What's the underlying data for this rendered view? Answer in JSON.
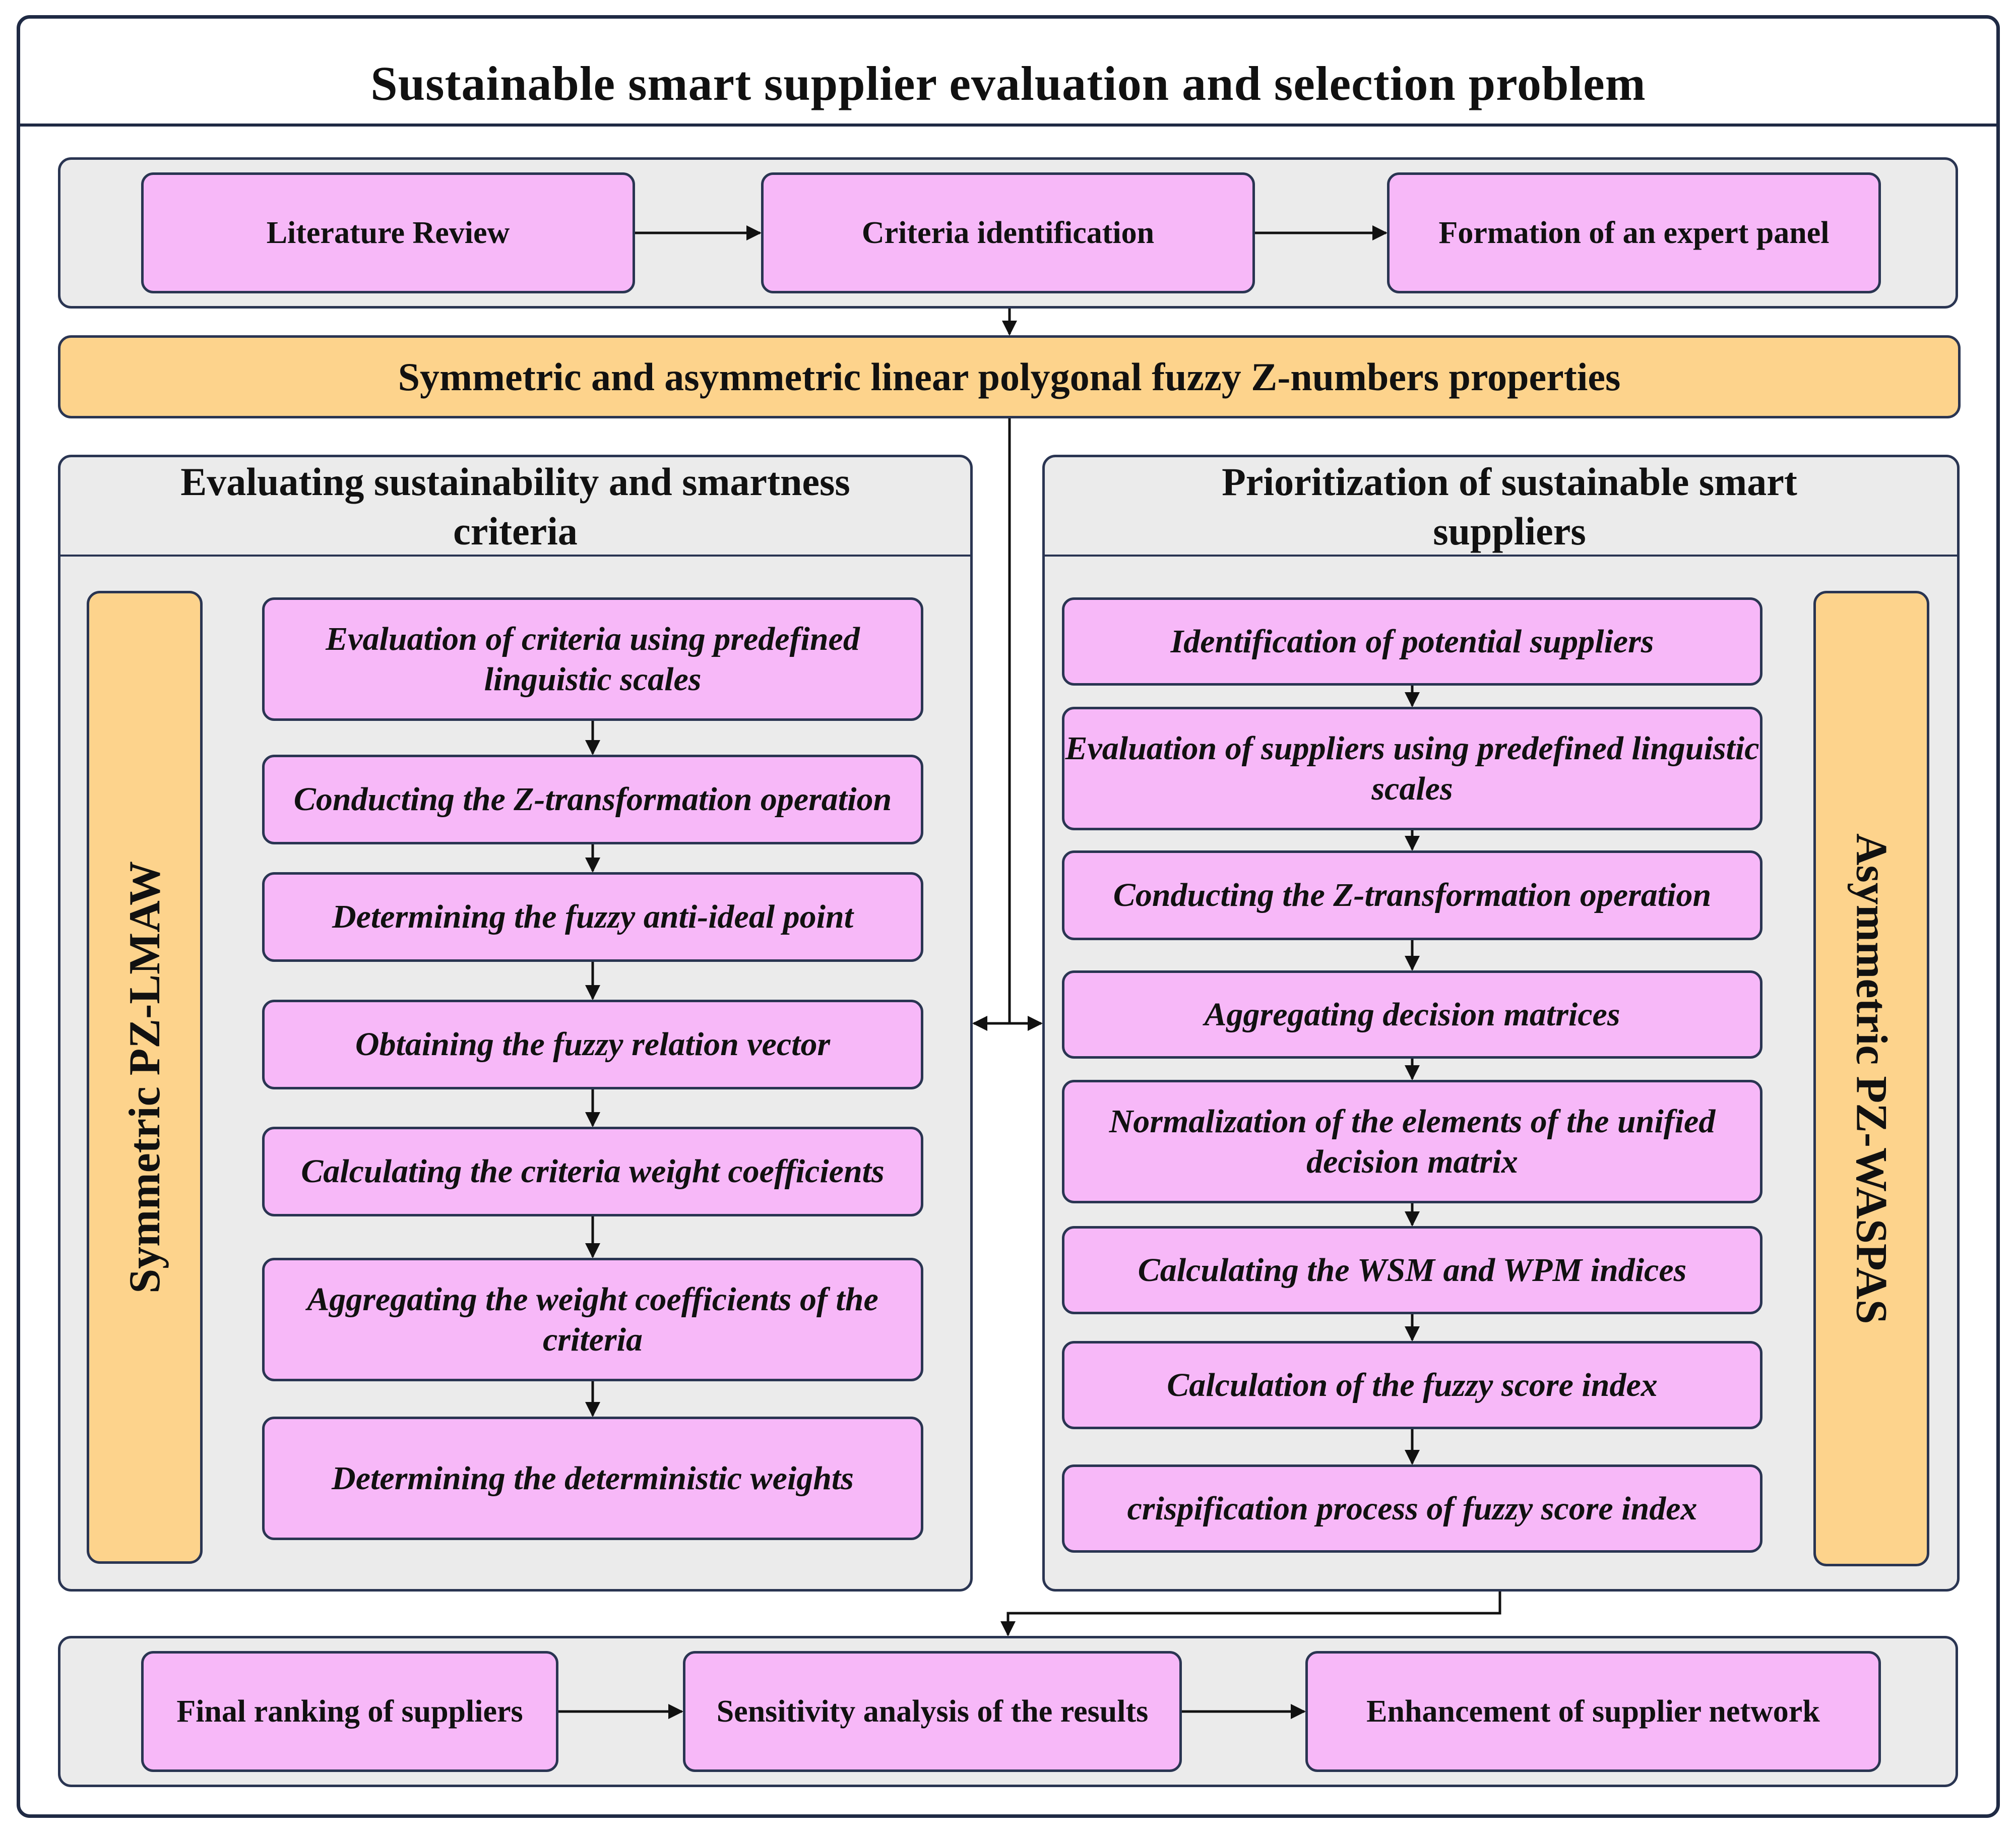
{
  "title": "Sustainable smart supplier evaluation and selection problem",
  "top_row": [
    "Literature Review",
    "Criteria  identification",
    "Formation of an expert panel"
  ],
  "banner": "Symmetric and asymmetric linear polygonal fuzzy Z-numbers properties",
  "left_section": {
    "title": "Evaluating sustainability and smartness criteria",
    "side_label": "Symmetric PZ-LMAW",
    "steps": [
      "Evaluation of criteria using predefined linguistic scales",
      "Conducting the Z-transformation operation",
      "Determining the fuzzy anti-ideal point",
      "Obtaining the fuzzy relation vector",
      "Calculating the criteria weight coefficients",
      "Aggregating the weight coefficients of the criteria",
      "Determining the deterministic weights"
    ]
  },
  "right_section": {
    "title": "Prioritization of sustainable smart suppliers",
    "side_label": "Asymmetric PZ-WASPAS",
    "steps": [
      "Identification of potential suppliers",
      "Evaluation of suppliers using predefined linguistic scales",
      "Conducting the Z-transformation operation",
      "Aggregating decision matrices",
      "Normalization of  the elements of the unified decision matrix",
      "Calculating the WSM and WPM indices",
      "Calculation of the fuzzy score index",
      "crispification process of fuzzy score index"
    ]
  },
  "bottom_row": [
    "Final ranking of suppliers",
    "Sensitivity analysis of the results",
    "Enhancement of supplier network"
  ],
  "colors": {
    "step_box": "#f7b8f8",
    "banner": "#fdd38c",
    "panel": "#ebebeb",
    "border": "#1f2a44"
  }
}
